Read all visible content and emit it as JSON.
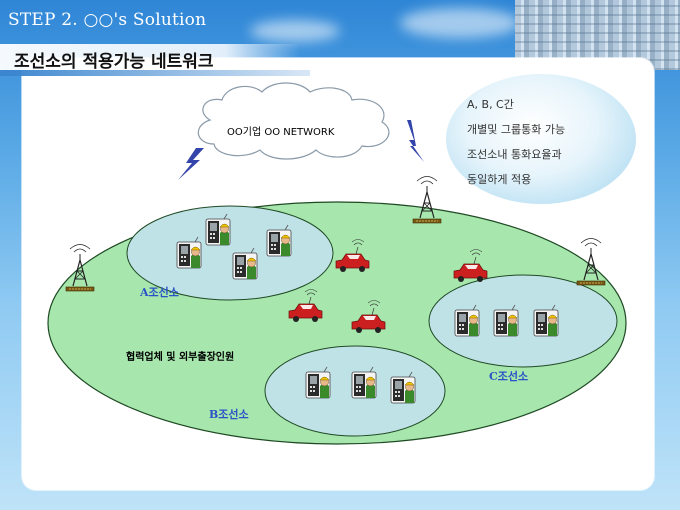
{
  "header": {
    "step_title": "STEP 2. ○○'s Solution",
    "page_heading": "조선소의 적용가능 네트워크"
  },
  "info_box": {
    "lines": [
      "A, B, C간",
      "개별및 그룹통화 가능",
      "조선소내 통화요율과",
      "동일하게 적용"
    ]
  },
  "network": {
    "label": "OO기업 OO NETWORK"
  },
  "sites": {
    "a": "A조선소",
    "b": "B조선소",
    "c": "C조선소",
    "partners": "협력업체 및 외부출장인원"
  },
  "icons": {
    "antenna": "radio-tower-icon",
    "worker": "worker-with-radio-icon",
    "vehicle": "car-with-radio-icon",
    "lightning": "lightning-bolt-icon",
    "cloud": "cloud-icon"
  },
  "colors": {
    "coverage_area": "#a7e7ad",
    "site_area": "#bfe2e7",
    "site_label": "#2a52c8",
    "vehicle": "#cc1f1f",
    "lightning": "#3344aa"
  }
}
